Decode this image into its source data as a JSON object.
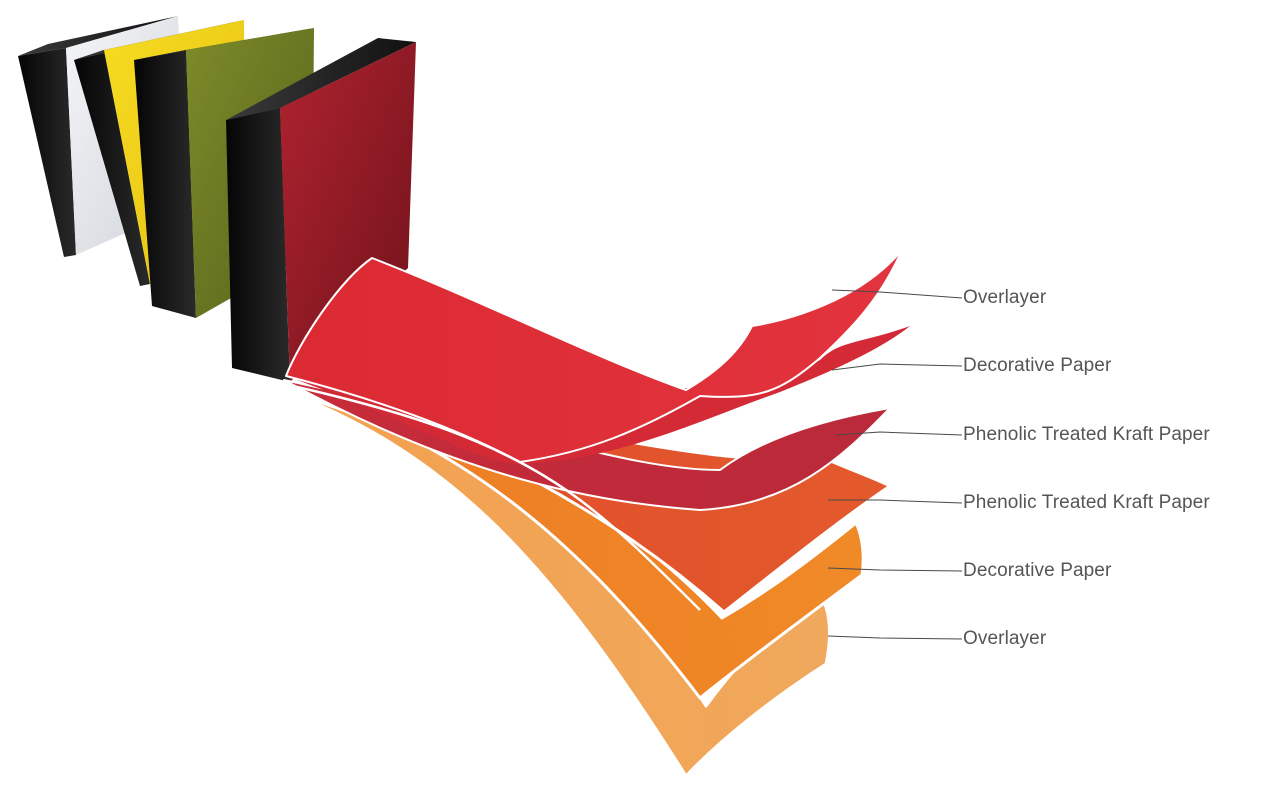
{
  "diagram": {
    "layers": [
      {
        "label": "Overlayer",
        "color": "#df2b35"
      },
      {
        "label": "Decorative Paper",
        "color": "#d52a36"
      },
      {
        "label": "Phenolic Treated Kraft Paper",
        "color": "#bf2a3a"
      },
      {
        "label": "Phenolic Treated Kraft Paper",
        "color": "#e2512c"
      },
      {
        "label": "Decorative Paper",
        "color": "#ef7f25"
      },
      {
        "label": "Overlayer",
        "color": "#f2a150"
      }
    ],
    "sample_boards": [
      {
        "face_color": "#e8eaee",
        "edge_color": "#111111"
      },
      {
        "face_color": "#f2d31a",
        "edge_color": "#111111"
      },
      {
        "face_color": "#6b7a22",
        "edge_color": "#111111"
      },
      {
        "face_color": "#9e1f28",
        "edge_color": "#111111"
      }
    ],
    "leader_line_color": "#4a4a4a"
  }
}
